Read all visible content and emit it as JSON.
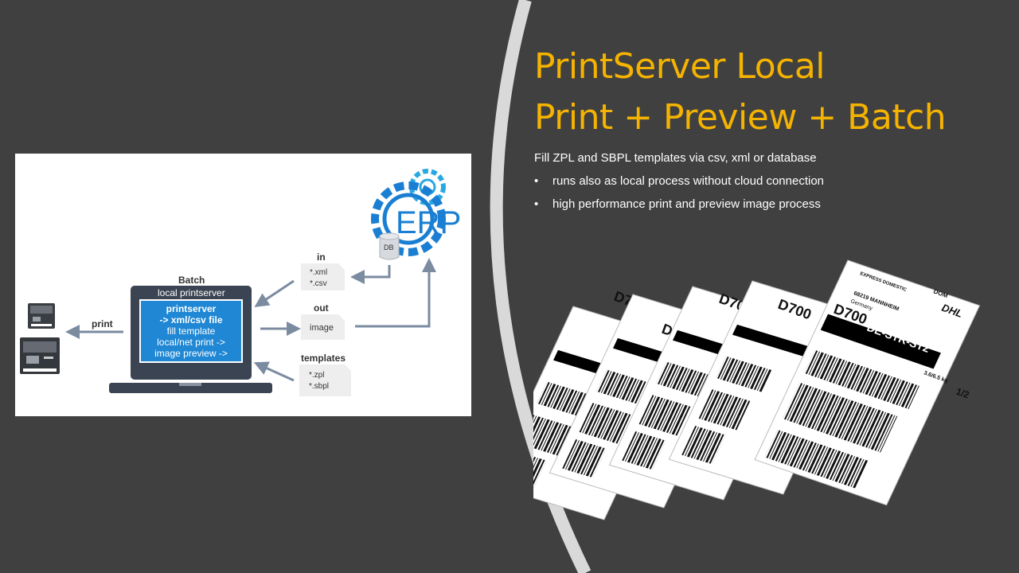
{
  "title": {
    "line1": "PrintServer Local",
    "line2": "Print + Preview + Batch"
  },
  "intro": "Fill ZPL and SBPL templates via csv, xml or database",
  "bullets": [
    "runs also as local process without cloud connection",
    "high performance print and preview image process"
  ],
  "diagram": {
    "erp_logo": "ERP",
    "db_label": "DB",
    "in": {
      "title": "in",
      "items": [
        "*.xml",
        "*.csv"
      ]
    },
    "out": {
      "title": "out",
      "items": [
        "image"
      ]
    },
    "templates": {
      "title": "templates",
      "items": [
        "*.zpl",
        "*.sbpl"
      ]
    },
    "batch_title": "Batch",
    "laptop_header": "local printserver",
    "screen_lines": [
      "printserver",
      "-> xml/csv file",
      "fill template",
      "local/net print ->",
      "image preview ->"
    ],
    "print_label": "print"
  },
  "labels": {
    "service": "EXPRESS DOMESTIC",
    "city": "68219 MANNHEIM",
    "country": "Germany",
    "code": "D700",
    "route": "DE-STR-ST2",
    "dom": "DOM",
    "brand": "DHL",
    "weight": "3.6/6.5 kg",
    "piece": "1/2"
  },
  "colors": {
    "background": "#404040",
    "title": "#f5b301",
    "arc": "#d9d9d9",
    "screen_blue": "#1f87d4",
    "laptop": "#3b4452",
    "arrow": "#7b8ba0",
    "erp_blue": "#1a7fd3"
  }
}
